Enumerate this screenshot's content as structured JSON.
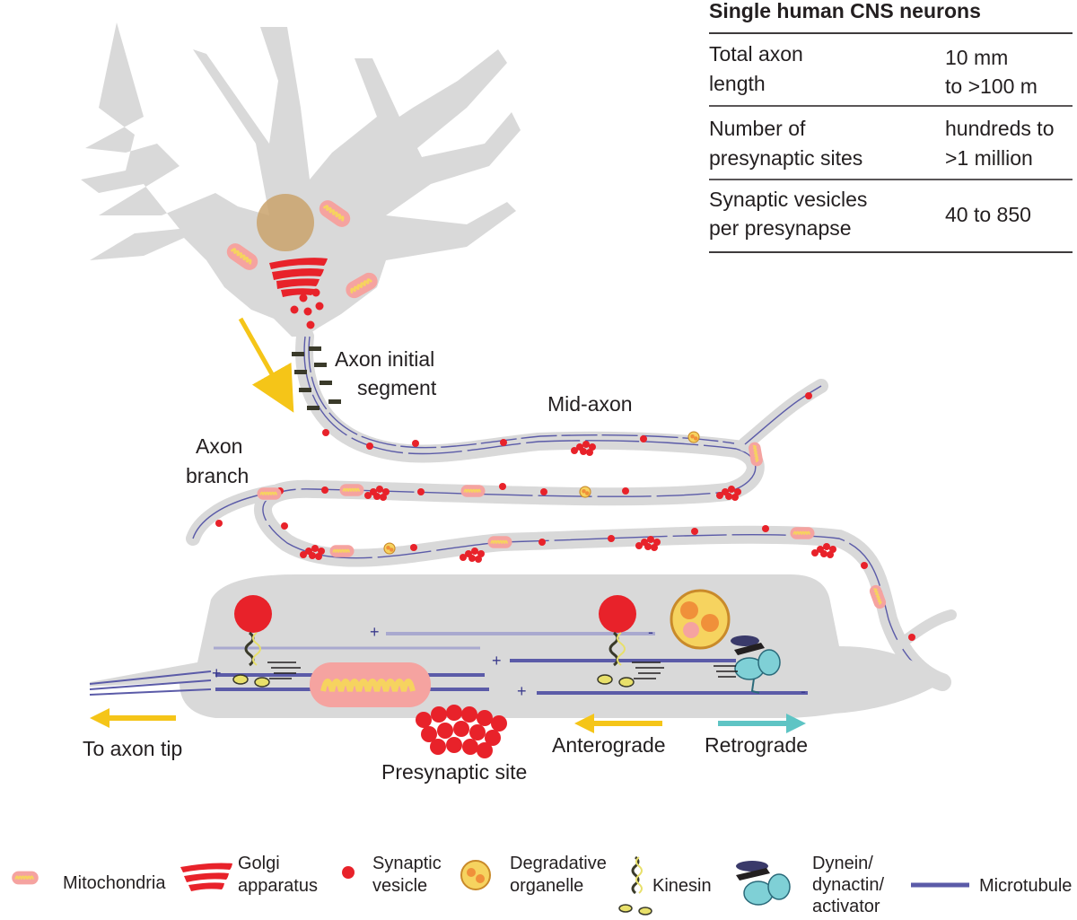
{
  "table": {
    "title": "Single human CNS neurons",
    "rows": [
      {
        "label": [
          "Total axon",
          "length"
        ],
        "value": [
          "10 mm",
          "to >100 m"
        ]
      },
      {
        "label": [
          "Number of",
          "presynaptic sites"
        ],
        "value": [
          "hundreds to",
          ">1 million"
        ]
      },
      {
        "label": [
          "Synaptic vesicles",
          "per presynapse"
        ],
        "value": [
          "40 to 850"
        ]
      }
    ]
  },
  "labels": {
    "ais": [
      "Axon initial",
      "segment"
    ],
    "mid_axon": "Mid-axon",
    "branch": [
      "Axon",
      "branch"
    ],
    "to_tip": "To axon tip",
    "presynaptic": "Presynaptic site",
    "anterograde": "Anterograde",
    "retrograde": "Retrograde",
    "plus": "+",
    "minus": "-"
  },
  "legend": [
    {
      "icon": "mitochondria-icon",
      "label": [
        "Mitochondria"
      ]
    },
    {
      "icon": "golgi-icon",
      "label": [
        "Golgi",
        "apparatus"
      ]
    },
    {
      "icon": "vesicle-icon",
      "label": [
        "Synaptic",
        "vesicle"
      ]
    },
    {
      "icon": "degradative-organelle-icon",
      "label": [
        "Degradative",
        "organelle"
      ]
    },
    {
      "icon": "kinesin-icon",
      "label": [
        "Kinesin"
      ]
    },
    {
      "icon": "dynein-icon",
      "label": [
        "Dynein/",
        "dynactin/",
        "activator"
      ]
    },
    {
      "icon": "microtubule-icon",
      "label": [
        "Microtubule"
      ]
    }
  ],
  "colors": {
    "cell": "#d9d9d9",
    "microtubule": "#5b5ba8",
    "vesicle": "#e8222a",
    "mito_fill": "#f5a3a0",
    "mito_crista": "#f6d35f",
    "nucleus": "#c9a26b",
    "anterograde": "#f5c518",
    "retrograde": "#5ec4c4",
    "dynein": "#7fd0d6"
  }
}
